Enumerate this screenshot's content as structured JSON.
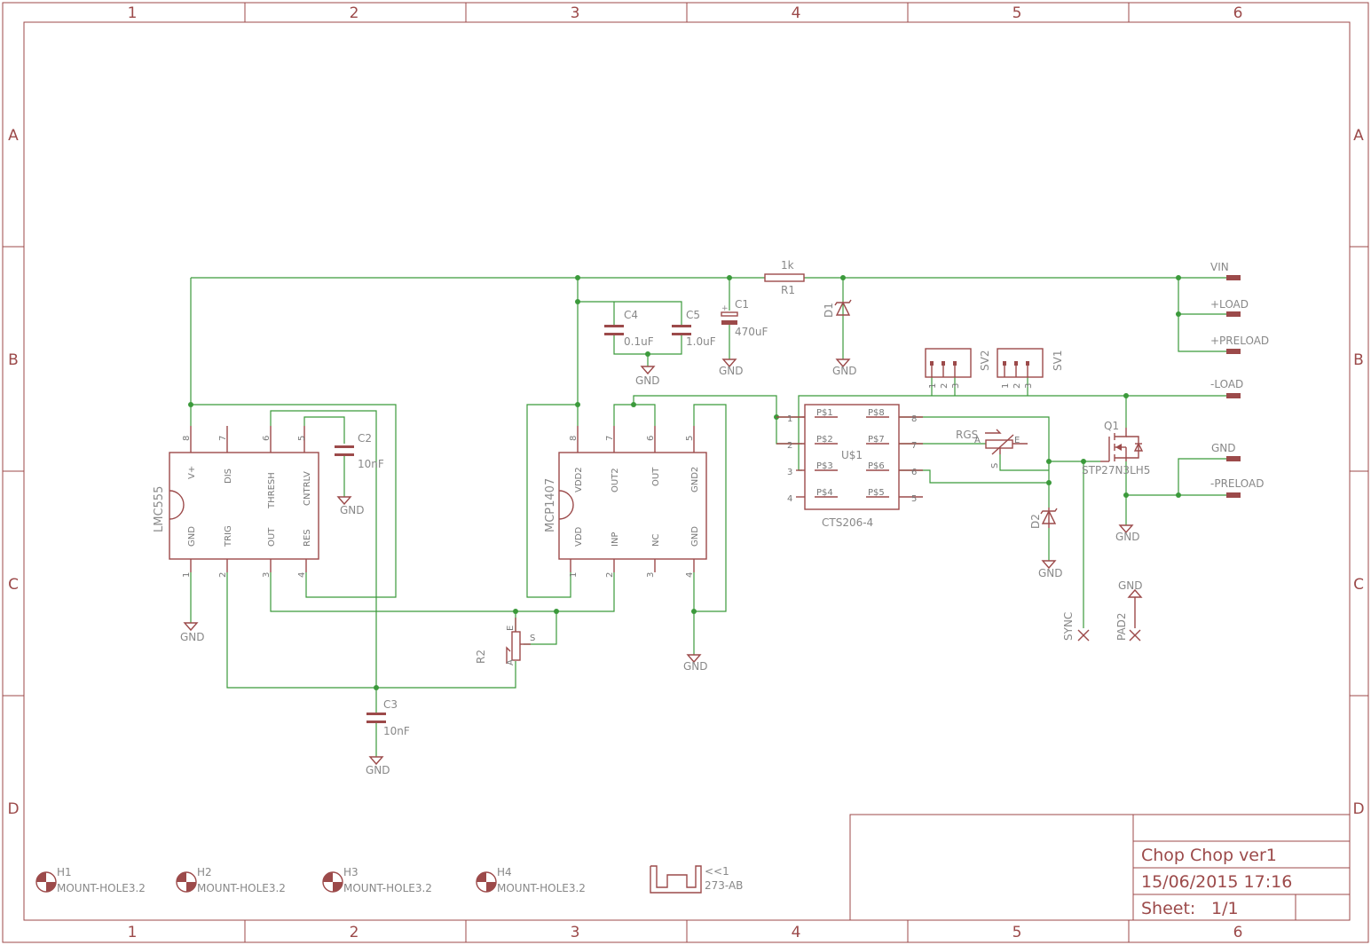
{
  "grid": {
    "columns": [
      "1",
      "2",
      "3",
      "4",
      "5",
      "6"
    ],
    "rows": [
      "A",
      "B",
      "C",
      "D"
    ]
  },
  "title_block": {
    "title": "Chop Chop ver1",
    "date": "15/06/2015 17:16",
    "sheet_label": "Sheet:",
    "sheet_value": "1/1"
  },
  "components": {
    "lmc555": {
      "name": "LMC555",
      "pins_top": [
        {
          "num": "8",
          "name": "V+"
        },
        {
          "num": "7",
          "name": "DIS"
        },
        {
          "num": "6",
          "name": "THRESH"
        },
        {
          "num": "5",
          "name": "CNTRLV"
        }
      ],
      "pins_bottom": [
        {
          "num": "1",
          "name": "GND"
        },
        {
          "num": "2",
          "name": "TRIG"
        },
        {
          "num": "3",
          "name": "OUT"
        },
        {
          "num": "4",
          "name": "RES"
        }
      ]
    },
    "mcp1407": {
      "name": "MCP1407",
      "pins_top": [
        {
          "num": "8",
          "name": "VDD2"
        },
        {
          "num": "7",
          "name": "OUT2"
        },
        {
          "num": "6",
          "name": "OUT"
        },
        {
          "num": "5",
          "name": "GND2"
        }
      ],
      "pins_bottom": [
        {
          "num": "1",
          "name": "VDD"
        },
        {
          "num": "2",
          "name": "INP"
        },
        {
          "num": "3",
          "name": "NC"
        },
        {
          "num": "4",
          "name": "GND"
        }
      ]
    },
    "u1": {
      "name": "U$1",
      "value": "CTS206-4",
      "pins_left": [
        {
          "num": "1",
          "name": "P$1"
        },
        {
          "num": "2",
          "name": "P$2"
        },
        {
          "num": "3",
          "name": "P$3"
        },
        {
          "num": "4",
          "name": "P$4"
        }
      ],
      "pins_right": [
        {
          "num": "8",
          "name": "P$8"
        },
        {
          "num": "7",
          "name": "P$7"
        },
        {
          "num": "6",
          "name": "P$6"
        },
        {
          "num": "5",
          "name": "P$5"
        }
      ]
    },
    "r1": {
      "name": "R1",
      "value": "1k"
    },
    "c1": {
      "name": "C1",
      "value": "470uF"
    },
    "c2": {
      "name": "C2",
      "value": "10nF"
    },
    "c3": {
      "name": "C3",
      "value": "10nF"
    },
    "c4": {
      "name": "C4",
      "value": "0.1uF"
    },
    "c5": {
      "name": "C5",
      "value": "1.0uF"
    },
    "d1": {
      "name": "D1"
    },
    "d2": {
      "name": "D2"
    },
    "r2": {
      "name": "R2",
      "pin_a": "A",
      "pin_e": "E",
      "pin_s": "S"
    },
    "rgs": {
      "name": "RGS",
      "pin_a": "A",
      "pin_e": "E",
      "pin_s": "S"
    },
    "q1": {
      "name": "Q1",
      "value": "STP27N3LH5"
    },
    "sv1": {
      "name": "SV1",
      "pins": [
        "1",
        "2",
        "3"
      ]
    },
    "sv2": {
      "name": "SV2",
      "pins": [
        "1",
        "2",
        "3"
      ]
    },
    "sync": {
      "name": "SYNC"
    },
    "pad2": {
      "name": "PAD2"
    },
    "heatsink": {
      "name": "<<1",
      "value": "273-AB"
    }
  },
  "connectors": [
    "VIN",
    "+LOAD",
    "+PRELOAD",
    "-LOAD",
    "GND",
    "-PRELOAD"
  ],
  "gnd_label": "GND",
  "mount_holes": [
    {
      "name": "H1",
      "value": "MOUNT-HOLE3.2"
    },
    {
      "name": "H2",
      "value": "MOUNT-HOLE3.2"
    },
    {
      "name": "H3",
      "value": "MOUNT-HOLE3.2"
    },
    {
      "name": "H4",
      "value": "MOUNT-HOLE3.2"
    }
  ],
  "colors": {
    "symbol": "#9c4a4a",
    "wire": "#3b9a3b",
    "text": "#888888"
  }
}
